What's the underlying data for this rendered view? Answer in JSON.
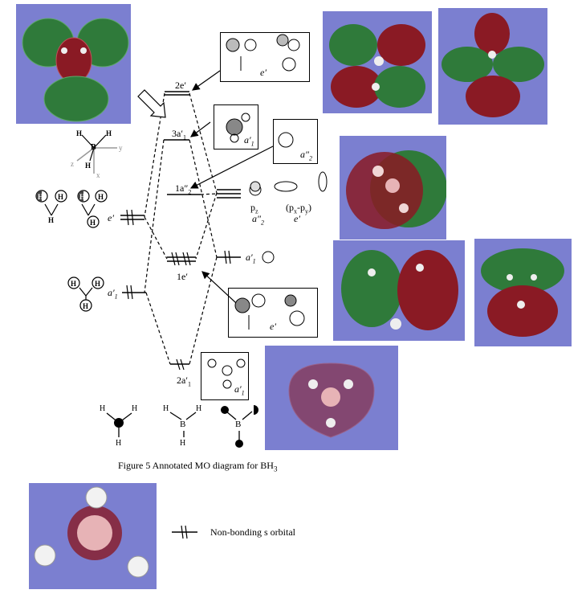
{
  "colors": {
    "panel_bg": "#7b7fd0",
    "lobe_green": "#2f7a3a",
    "lobe_red": "#8a1a24",
    "boron_pink": "#e7b3b6"
  },
  "levels": {
    "e2_prime": "2e′",
    "a3_prime": "3a′",
    "a3_sub": "1",
    "a2_1": "1a″",
    "a2_1_sub": "2",
    "e1_prime": "1e′",
    "a2_prime": "2a′",
    "a2_prime_sub": "1"
  },
  "fragments": {
    "left_e": "e′",
    "left_a1": "a′",
    "left_a1_sub": "1",
    "right_a1": "a′",
    "right_a1_sub": "1",
    "pz": "p",
    "pz_sub": "z",
    "pz_sym": "a″",
    "pz_sym_sub": "2",
    "pxpy": "(p",
    "pxpy_x": "x",
    "pxpy_mid": "-p",
    "pxpy_y": "y",
    "pxpy_close": ")",
    "pxpy_sym": "e′"
  },
  "boxes": {
    "box1_sym": "e′",
    "box2_sym": "a′",
    "box2_sub": "1",
    "box3_sym": "a″",
    "box3_sub": "2",
    "box4_sym": "e′",
    "box5_sym": "a′",
    "box5_sub": "1"
  },
  "axes": {
    "x": "x",
    "y": "y",
    "z": "z",
    "atom_b": "B",
    "atom_h": "H"
  },
  "hydrogen_labels": {
    "h": "H"
  },
  "bottom_structures": {
    "h": "H",
    "b": "B"
  },
  "caption": {
    "text": "Figure 5 Annotated MO diagram for BH",
    "sub": "3"
  },
  "legend": {
    "text": "Non-bonding s orbital"
  }
}
